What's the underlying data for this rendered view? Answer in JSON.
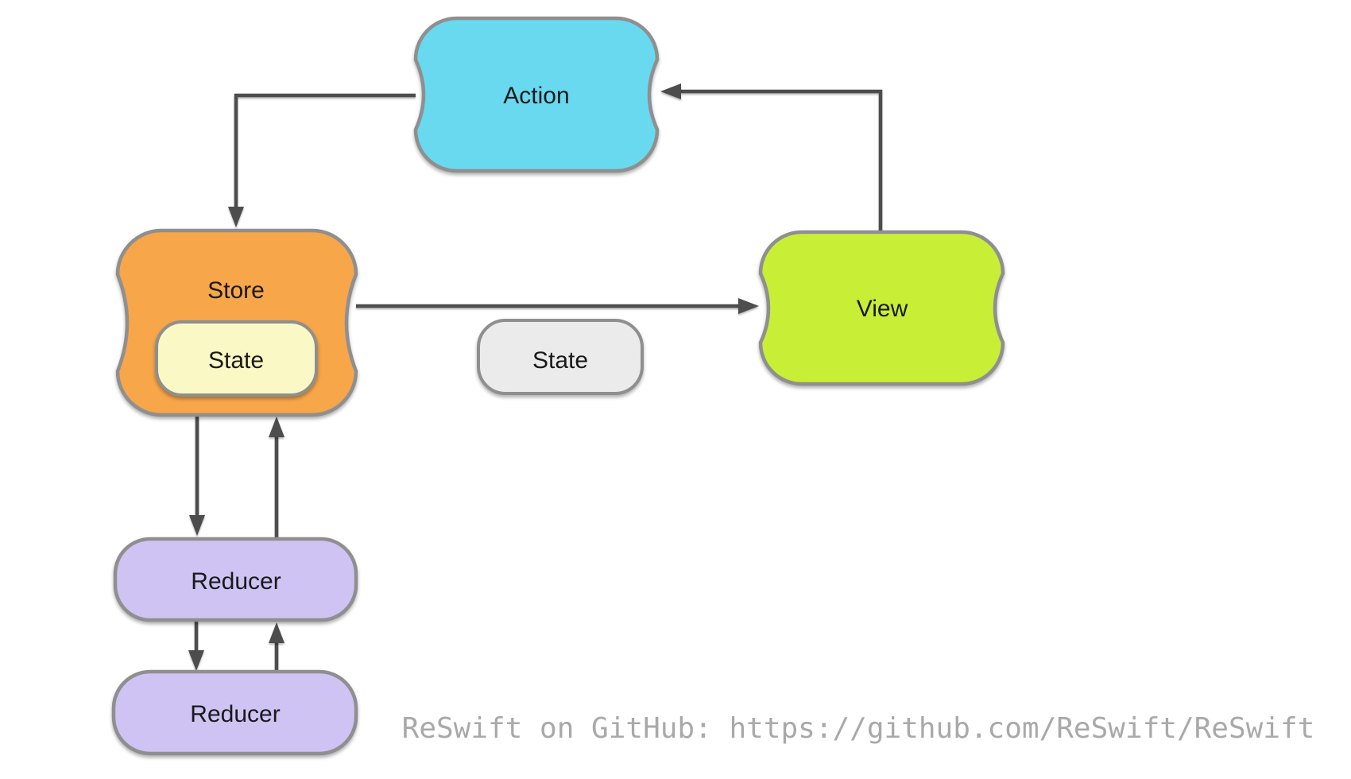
{
  "diagram": {
    "type": "flow-diagram",
    "subject": "ReSwift unidirectional data flow architecture",
    "background": "#FFFFFF",
    "nodes": {
      "action": {
        "label": "Action",
        "fill": "#68D9EF"
      },
      "store": {
        "label": "Store",
        "fill": "#F7A649"
      },
      "store_state": {
        "label": "State",
        "fill": "#FAF8C5"
      },
      "state": {
        "label": "State",
        "fill": "#EBEBEB"
      },
      "view": {
        "label": "View",
        "fill": "#C9EE36"
      },
      "reducer1": {
        "label": "Reducer",
        "fill": "#CFC3F4"
      },
      "reducer2": {
        "label": "Reducer",
        "fill": "#CFC3F4"
      }
    },
    "edges": [
      {
        "from": "view",
        "to": "action",
        "style": "elbow-up-left"
      },
      {
        "from": "action",
        "to": "store",
        "style": "elbow-left-down"
      },
      {
        "from": "store",
        "to": "view",
        "style": "straight-right"
      },
      {
        "from": "store",
        "to": "reducer1",
        "style": "straight-down"
      },
      {
        "from": "reducer1",
        "to": "store",
        "style": "straight-up"
      },
      {
        "from": "reducer1",
        "to": "reducer2",
        "style": "straight-down"
      },
      {
        "from": "reducer2",
        "to": "reducer1",
        "style": "straight-up"
      }
    ],
    "colors": {
      "node_border": "#8F8F8F",
      "arrow": "#4D4D4D",
      "node_text": "#1A1A1A",
      "footer_text": "#A9A9A9"
    },
    "footer": "ReSwift on GitHub: https://github.com/ReSwift/ReSwift"
  }
}
